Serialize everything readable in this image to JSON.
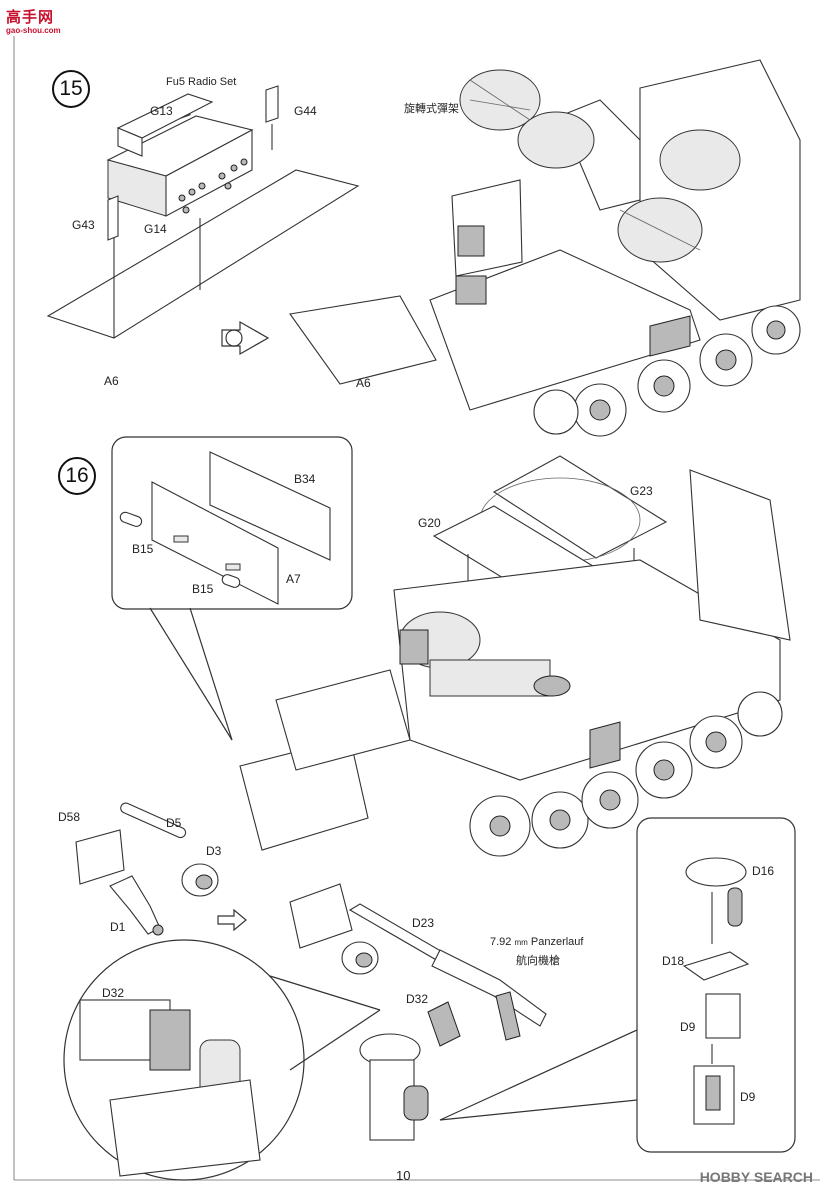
{
  "header": {
    "site_logo_cn": "高手网",
    "site_logo_url": "gao-shou.com"
  },
  "steps": [
    {
      "number": "15",
      "title": "Fu5 Radio Set",
      "labels": {
        "g13": "G13",
        "g44": "G44",
        "g43": "G43",
        "g14": "G14",
        "a6_left": "A6",
        "a6_right": "A6",
        "rack": "旋轉式彈架"
      }
    },
    {
      "number": "16",
      "labels": {
        "b34": "B34",
        "b15_a": "B15",
        "b15_b": "B15",
        "a7": "A7",
        "g23": "G23",
        "g20": "G20",
        "d58": "D58",
        "d5": "D5",
        "d3": "D3",
        "d1": "D1",
        "d23": "D23",
        "d32_gun": "D32",
        "d32_detail": "D32",
        "mg_name": "7.92",
        "mg_unit": "mm",
        "mg_name_rest": "Panzerlauf",
        "mg_cn": "航向機槍",
        "d16": "D16",
        "d18": "D18",
        "d9_a": "D9",
        "d9_b": "D9"
      }
    }
  ],
  "footer": {
    "page_number": "10",
    "watermark": "HOBBY SEARCH"
  }
}
